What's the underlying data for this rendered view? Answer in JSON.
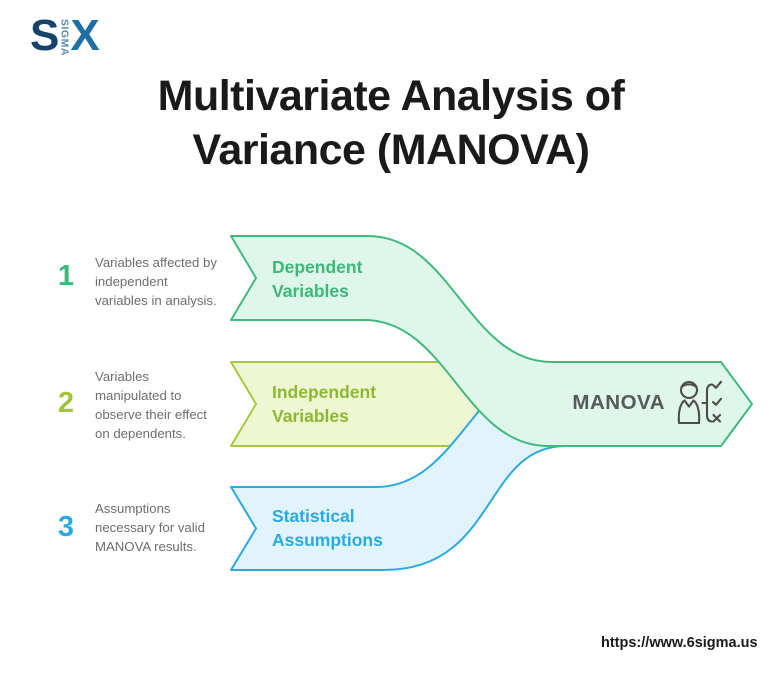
{
  "logo": {
    "s": "S",
    "sigma": "SIGMA",
    "x": "X"
  },
  "title": {
    "line1": "Multivariate Analysis of",
    "line2": "Variance (MANOVA)"
  },
  "items": [
    {
      "number": "1",
      "desc_lines": [
        "Variables affected by",
        "independent",
        "variables in analysis."
      ],
      "label_lines": [
        "Dependent",
        "Variables"
      ]
    },
    {
      "number": "2",
      "desc_lines": [
        "Variables",
        "manipulated to",
        "observe their effect",
        "on dependents."
      ],
      "label_lines": [
        "Independent",
        "Variables"
      ]
    },
    {
      "number": "3",
      "desc_lines": [
        "Assumptions",
        "necessary for valid",
        "MANOVA results."
      ],
      "label_lines": [
        "Statistical",
        "Assumptions"
      ]
    }
  ],
  "result": {
    "label": "MANOVA",
    "icon": "person-checklist-icon"
  },
  "footer": {
    "url": "https://www.6sigma.us"
  },
  "colors": {
    "green_border": "#41b97d",
    "green_fill": "#def7ea",
    "green_text": "#3cb878",
    "lime_border": "#a5c93e",
    "lime_fill": "#eff6d3",
    "lime_text": "#8cb832",
    "lime_num": "#a0c438",
    "blue_border": "#29abe2",
    "blue_fill": "#e1f3fb",
    "blue_text": "#29abe2",
    "title_text": "#1a1a1a",
    "desc_text": "#6d6e71",
    "manova_text": "#58595b",
    "icon_stroke": "#4d4d4d",
    "logo_s": "#16436b",
    "logo_x": "#1d6fa5",
    "logo_sigma": "#5589ad"
  }
}
